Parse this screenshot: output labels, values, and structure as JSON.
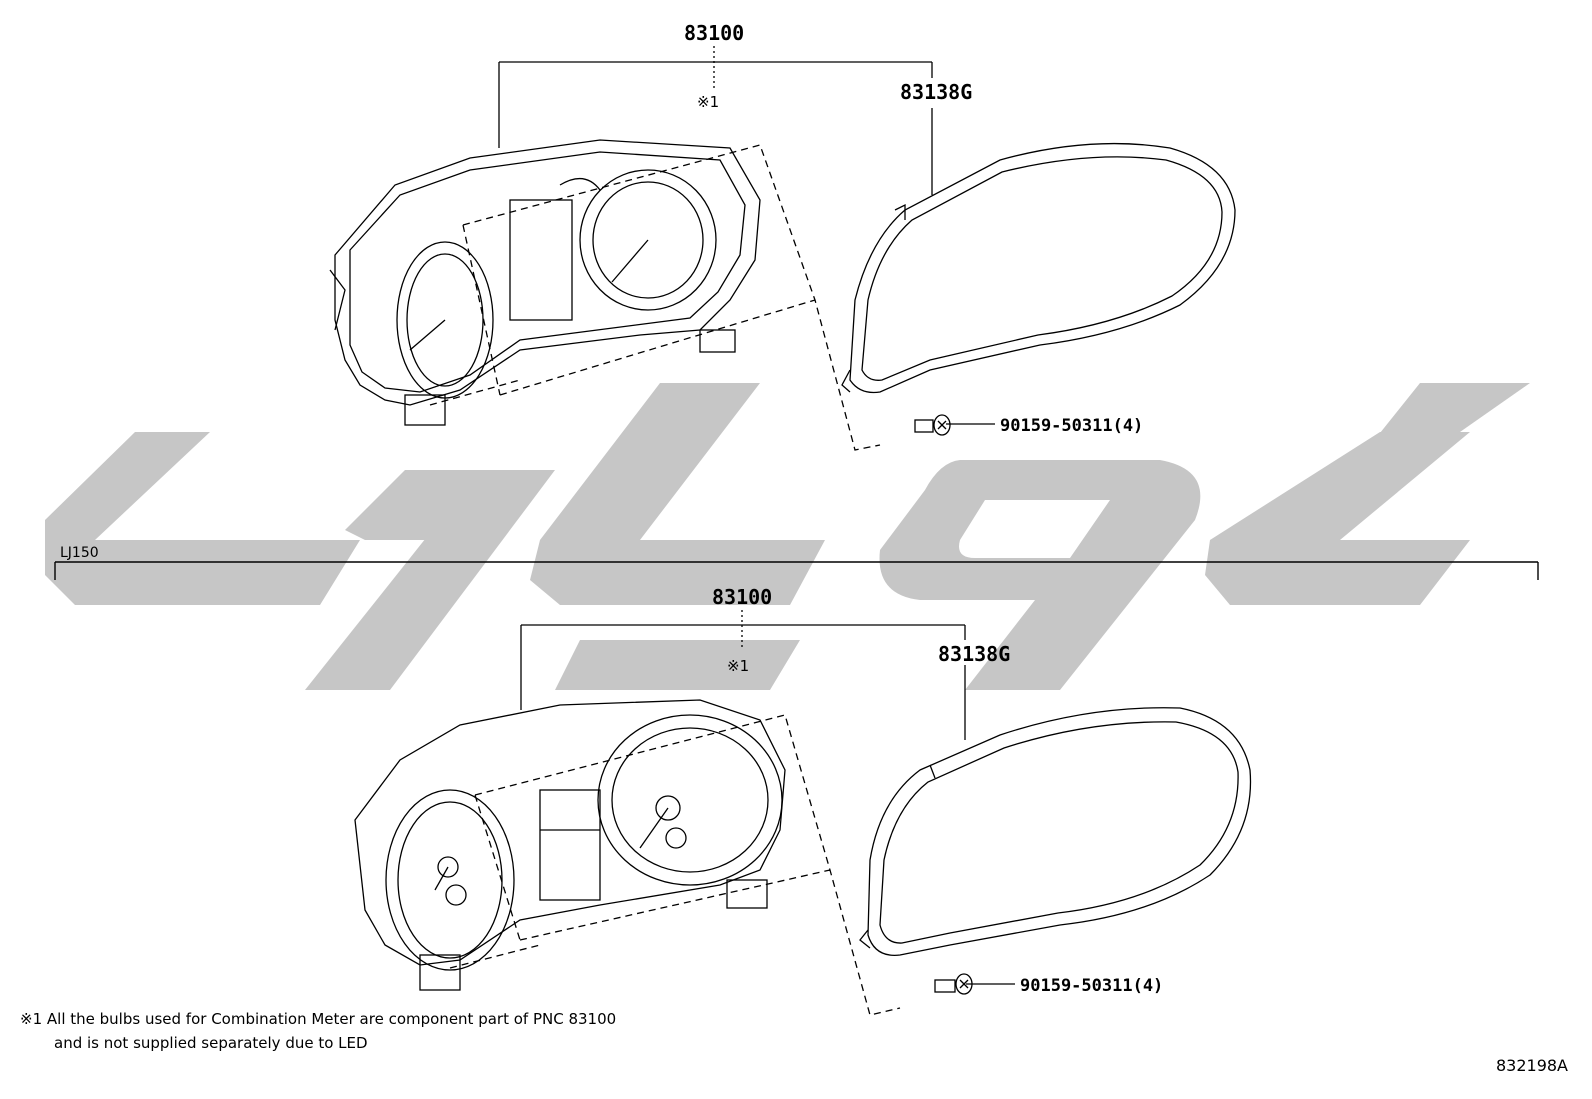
{
  "watermark": {
    "color": "#c6c6c6"
  },
  "line_color": "#000000",
  "variant_label": "LJ150",
  "upper_group": {
    "assembly_pn": "83100",
    "assembly_mark": "※1",
    "glass_pn": "83138G",
    "screw_pn": "90159-50311(4)"
  },
  "lower_group": {
    "assembly_pn": "83100",
    "assembly_mark": "※1",
    "glass_pn": "83138G",
    "screw_pn": "90159-50311(4)"
  },
  "footnote": {
    "mark": "※1",
    "line1": "All the bulbs used for Combination Meter are component part of PNC 83100",
    "line2": "and is not supplied separately due to LED"
  },
  "illustration_code": "832198A"
}
